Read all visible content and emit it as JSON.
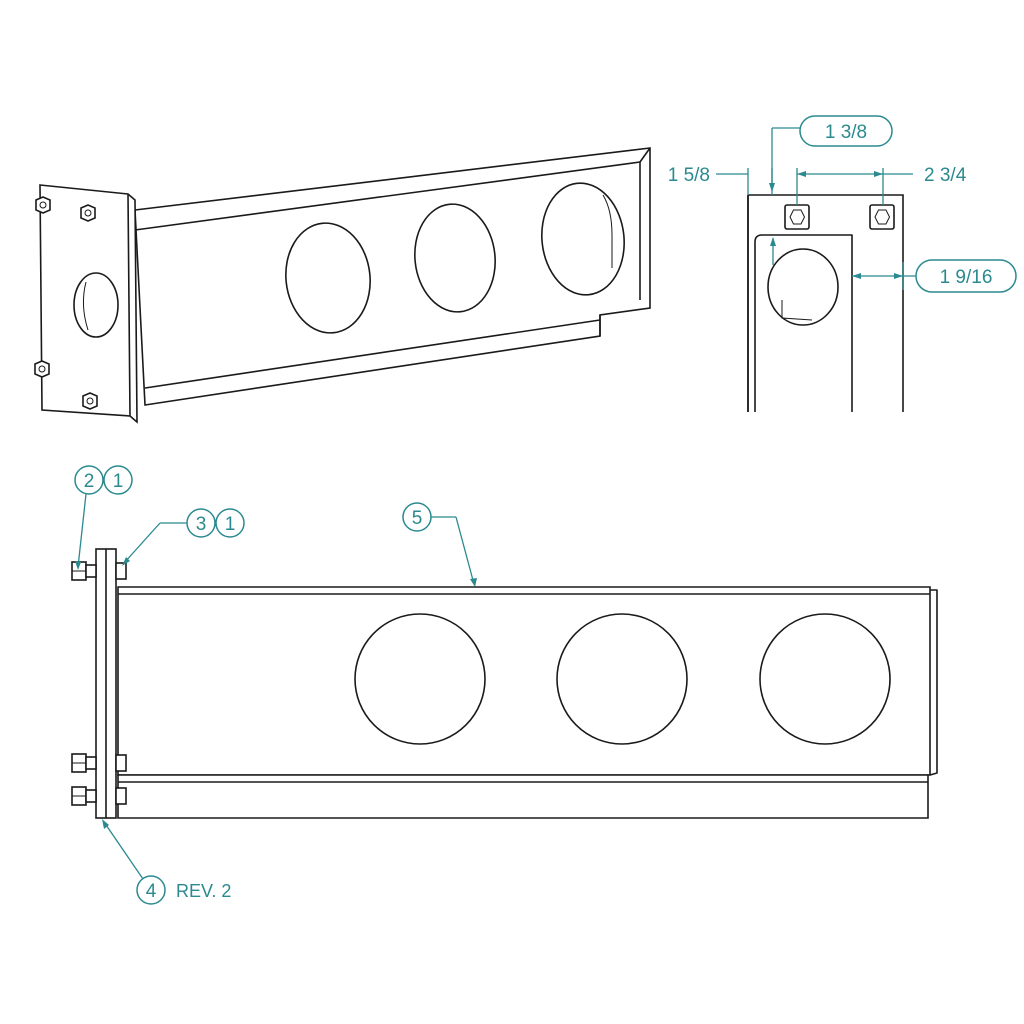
{
  "dimensions": {
    "top_gap": "1 3/8",
    "left_offset": "1 5/8",
    "bolt_spacing": "2 3/4",
    "inner_width": "1 9/16"
  },
  "balloons": {
    "b2": "2",
    "b2_qty": "1",
    "b3": "3",
    "b3_qty": "1",
    "b4": "4",
    "b4_note": "REV. 2",
    "b5": "5"
  },
  "colors": {
    "annotation": "#2a8a8f",
    "line": "#1a1a1a"
  }
}
